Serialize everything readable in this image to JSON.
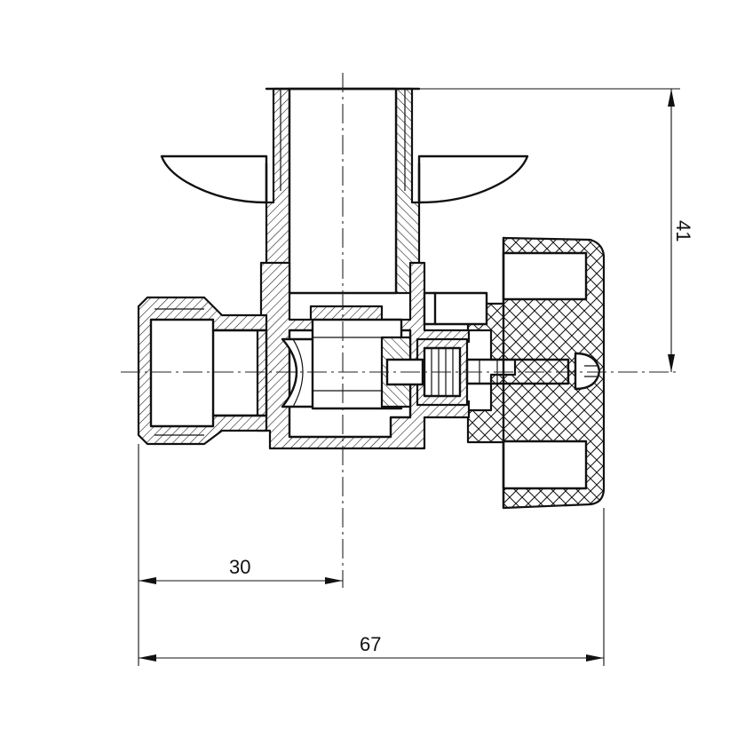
{
  "dimensions": {
    "inlet_to_axis": "30",
    "overall_length": "67",
    "height": "41"
  }
}
